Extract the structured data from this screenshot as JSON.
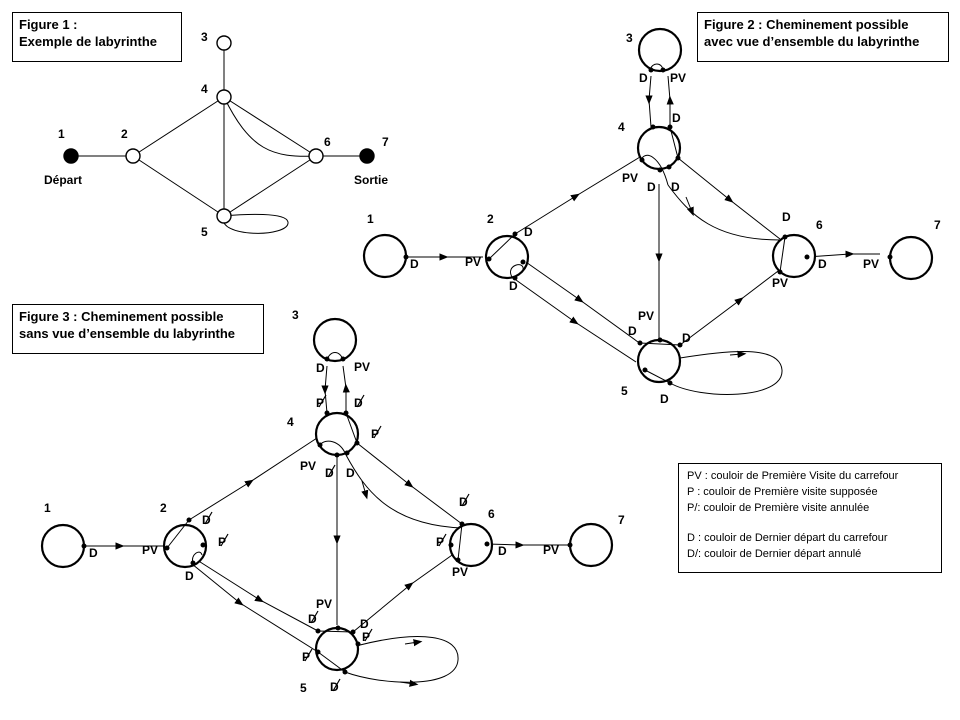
{
  "figure1": {
    "title_line1": "Figure 1 :",
    "title_line2": "Exemple de labyrinthe",
    "start_label": "Départ",
    "exit_label": "Sortie"
  },
  "figure2": {
    "title_line1": "Figure 2 : Cheminement possible",
    "title_line2": "avec vue d’ensemble du labyrinthe"
  },
  "figure3": {
    "title_line1": "Figure 3 : Cheminement possible",
    "title_line2": "sans vue d’ensemble du labyrinthe"
  },
  "nodes": [
    "1",
    "2",
    "3",
    "4",
    "5",
    "6",
    "7"
  ],
  "marks": {
    "pv": "PV",
    "d": "D",
    "p_cancel": "P",
    "d_cancel": "D"
  },
  "legend": {
    "line1": "PV : couloir de Première Visite du carrefour",
    "line2": "P : couloir de Première visite supposée",
    "line3": "P/: couloir de Première visite annulée",
    "line4": "D : couloir de Dernier départ du carrefour",
    "line5": "D/: couloir de Dernier départ annulé"
  }
}
